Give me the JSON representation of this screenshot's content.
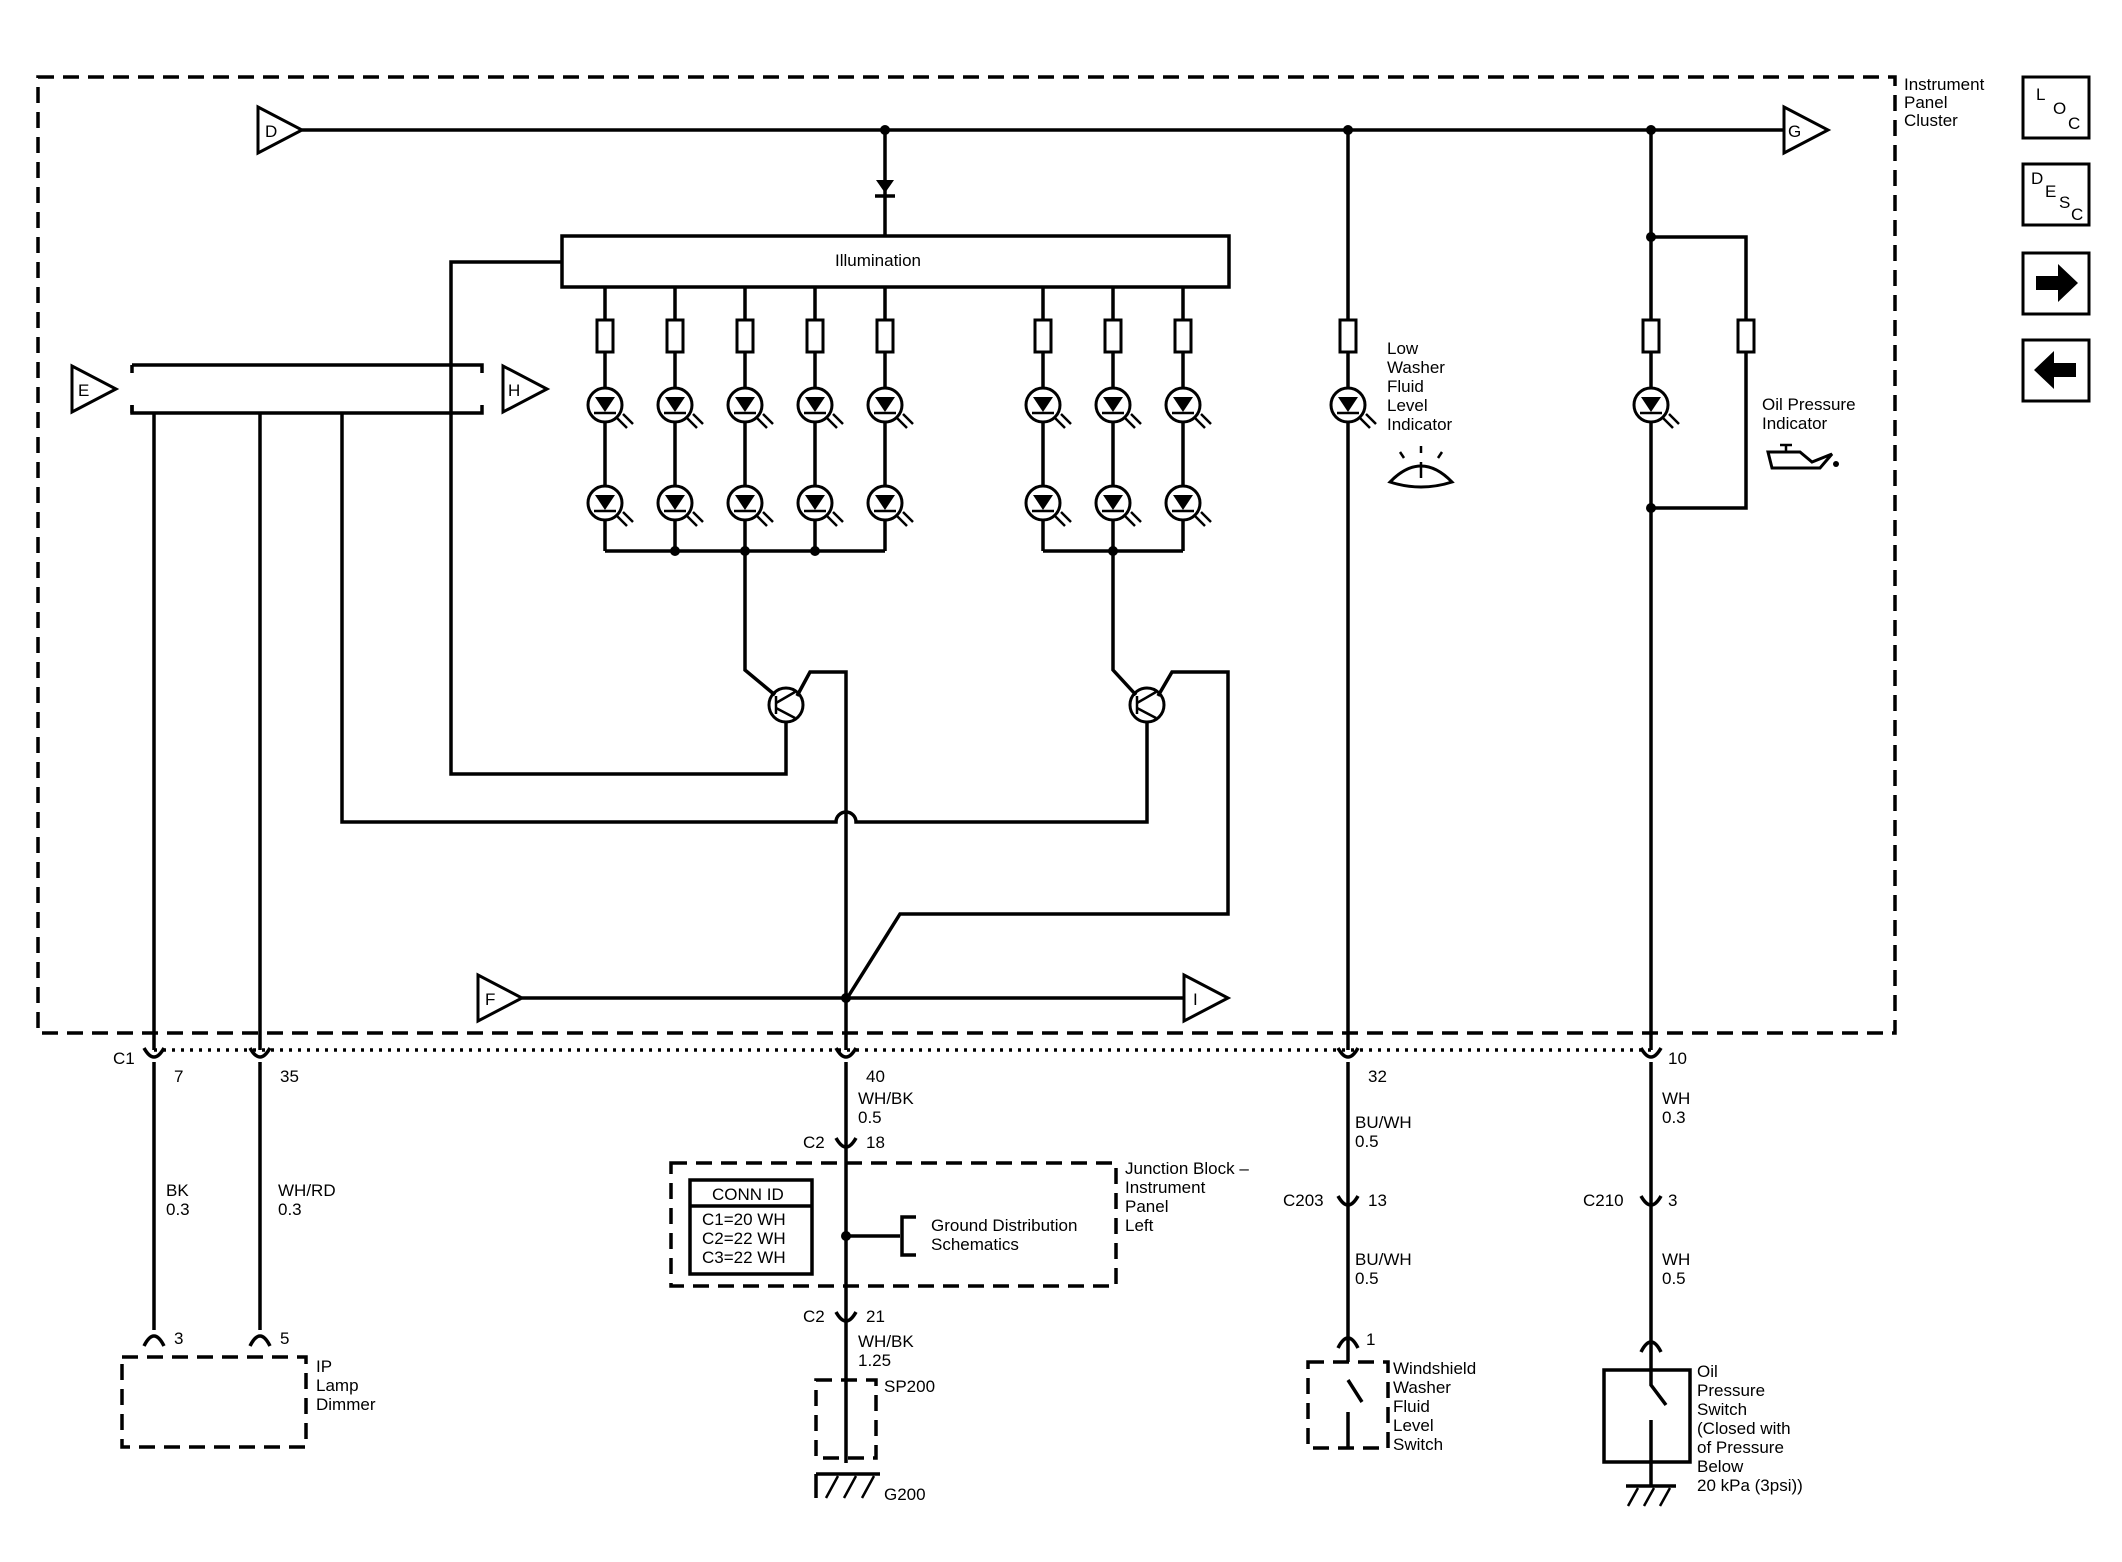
{
  "cluster": {
    "label_line1": "Instrument",
    "label_line2": "Panel",
    "label_line3": "Cluster"
  },
  "illumination": {
    "label": "Illumination"
  },
  "offpage": {
    "D": "D",
    "G": "G",
    "E": "E",
    "H": "H",
    "F": "F",
    "I": "I"
  },
  "low_washer": {
    "l1": "Low",
    "l2": "Washer",
    "l3": "Fluid",
    "l4": "Level",
    "l5": "Indicator"
  },
  "oil_indicator": {
    "l1": "Oil Pressure",
    "l2": "Indicator"
  },
  "connectors": {
    "c1": "C1",
    "c1_p7": "7",
    "c1_p35": "35",
    "c1_p40": "40",
    "c1_p32": "32",
    "c1_p10": "10",
    "c2_top": "C2",
    "c2_p18": "18",
    "c2_bot": "C2",
    "c2_p21": "21",
    "c203": "C203",
    "c203_p13": "13",
    "c210": "C210",
    "c210_p3": "3",
    "dim_p3": "3",
    "dim_p5": "5",
    "ws_p1": "1"
  },
  "wires": {
    "bk": "BK",
    "bk_g": "0.3",
    "whrd": "WH/RD",
    "whrd_g": "0.3",
    "whbk1": "WH/BK",
    "whbk1_g": "0.5",
    "whbk2": "WH/BK",
    "whbk2_g": "1.25",
    "buwh1": "BU/WH",
    "buwh1_g": "0.5",
    "buwh2": "BU/WH",
    "buwh2_g": "0.5",
    "wh1": "WH",
    "wh1_g": "0.3",
    "wh2": "WH",
    "wh2_g": "0.5"
  },
  "junction": {
    "l1": "Junction Block –",
    "l2": "Instrument",
    "l3": "Panel",
    "l4": "Left"
  },
  "conn_id": {
    "title": "CONN ID",
    "r1": "C1=20 WH",
    "r2": "C2=22 WH",
    "r3": "C3=22 WH"
  },
  "ground_dist": {
    "l1": "Ground Distribution",
    "l2": "Schematics"
  },
  "dimmer": {
    "l1": "IP",
    "l2": "Lamp",
    "l3": "Dimmer"
  },
  "splice": {
    "sp": "SP200",
    "g": "G200"
  },
  "ws_switch": {
    "l1": "Windshield",
    "l2": "Washer",
    "l3": "Fluid",
    "l4": "Level",
    "l5": "Switch"
  },
  "oil_switch": {
    "l1": "Oil",
    "l2": "Pressure",
    "l3": "Switch",
    "l4": "(Closed with",
    "l5": "of Pressure",
    "l6": "Below",
    "l7": "20 kPa (3psi))"
  },
  "nav": {
    "loc_l": "L",
    "loc_o": "O",
    "loc_c": "C",
    "desc_d": "D",
    "desc_e": "E",
    "desc_s": "S",
    "desc_c": "C"
  }
}
